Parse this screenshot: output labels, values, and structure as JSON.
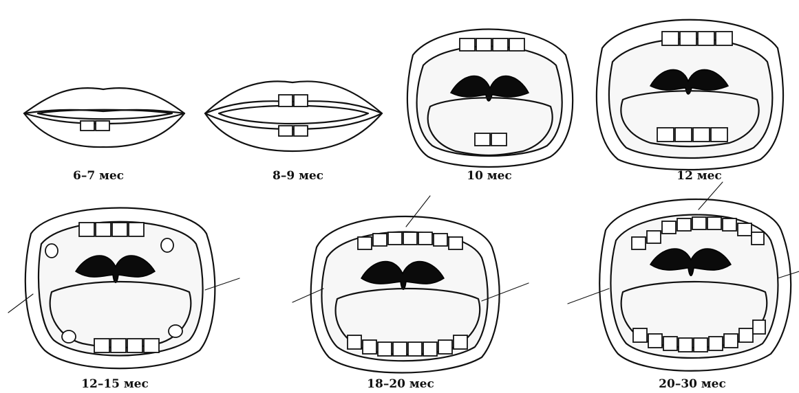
{
  "stages": [
    {
      "label": "6–7 мес"
    },
    {
      "label": "8–9 мес"
    },
    {
      "label": "10 мес"
    },
    {
      "label": "12 мес"
    },
    {
      "label": "12–15 мес"
    },
    {
      "label": "18–20 мес"
    },
    {
      "label": "20–30 мес"
    }
  ]
}
